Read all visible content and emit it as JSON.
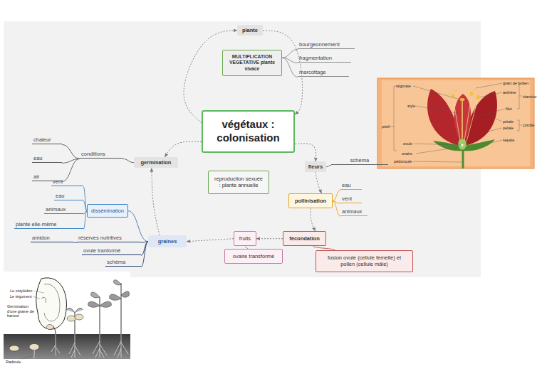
{
  "diagram": {
    "nodes": [
      {
        "text": [
          "plante"
        ]
      },
      {
        "text": [
          "MULTIPLICATION VEGETATIVE plante vivace"
        ]
      },
      {
        "text": [
          "bourgeonnement"
        ]
      },
      {
        "text": [
          "fragmentation"
        ]
      },
      {
        "text": [
          "marcottage"
        ]
      },
      {
        "text": [
          "végétaux : colonisation"
        ]
      },
      {
        "text": [
          "chaleur"
        ]
      },
      {
        "text": [
          "eau"
        ]
      },
      {
        "text": [
          "air"
        ]
      },
      {
        "text": [
          "conditions"
        ]
      },
      {
        "text": [
          "germination"
        ]
      },
      {
        "text": [
          "reproduction sexuée : plante annuelle"
        ]
      },
      {
        "text": [
          "fleurs"
        ]
      },
      {
        "text": [
          "schéma"
        ]
      },
      {
        "text": [
          "pollinisation"
        ]
      },
      {
        "text": [
          "eau"
        ]
      },
      {
        "text": [
          "vent"
        ]
      },
      {
        "text": [
          "animaux"
        ]
      },
      {
        "text": [
          "vent"
        ]
      },
      {
        "text": [
          "eau"
        ]
      },
      {
        "text": [
          "animaux"
        ]
      },
      {
        "text": [
          "plante elle-même"
        ]
      },
      {
        "text": [
          "dissémination"
        ]
      },
      {
        "text": [
          "amidon"
        ]
      },
      {
        "text": [
          "réserves nutritives"
        ]
      },
      {
        "text": [
          "ovule tranformé"
        ]
      },
      {
        "text": [
          "schéma"
        ]
      },
      {
        "text": [
          "graines"
        ]
      },
      {
        "text": [
          "fruits"
        ]
      },
      {
        "text": [
          "fécondation"
        ]
      },
      {
        "text": [
          "ovaire transformé"
        ]
      },
      {
        "text": [
          "fusion ovule (cellule femelle) et pollen (cellule mâle)"
        ]
      }
    ],
    "edges": [
      {
        "from": 5,
        "to": 0,
        "arrow": "to"
      },
      {
        "from": 0,
        "to": 5,
        "arrow": "to"
      },
      {
        "from": 5,
        "to": 10,
        "arrow": "to"
      },
      {
        "from": 5,
        "to": 12,
        "arrow": "to"
      },
      {
        "from": 12,
        "to": 14,
        "arrow": "to"
      },
      {
        "from": 14,
        "to": 29,
        "arrow": "to"
      },
      {
        "from": 29,
        "to": 28,
        "arrow": "to"
      },
      {
        "from": 28,
        "to": 27,
        "arrow": "to"
      },
      {
        "from": 27,
        "to": 10,
        "arrow": "to"
      },
      {
        "from": 1,
        "to": 2,
        "arrow": "none"
      },
      {
        "from": 1,
        "to": 3,
        "arrow": "none"
      },
      {
        "from": 1,
        "to": 4,
        "arrow": "none"
      },
      {
        "from": 10,
        "to": 9,
        "arrow": "none"
      },
      {
        "from": 9,
        "to": 6,
        "arrow": "none"
      },
      {
        "from": 9,
        "to": 7,
        "arrow": "none"
      },
      {
        "from": 9,
        "to": 8,
        "arrow": "none"
      },
      {
        "from": 12,
        "to": 13,
        "arrow": "none"
      },
      {
        "from": 14,
        "to": 15,
        "arrow": "none"
      },
      {
        "from": 14,
        "to": 16,
        "arrow": "none"
      },
      {
        "from": 14,
        "to": 17,
        "arrow": "none"
      },
      {
        "from": 27,
        "to": 22,
        "arrow": "none"
      },
      {
        "from": 22,
        "to": 18,
        "arrow": "none"
      },
      {
        "from": 22,
        "to": 19,
        "arrow": "none"
      },
      {
        "from": 22,
        "to": 20,
        "arrow": "none"
      },
      {
        "from": 22,
        "to": 21,
        "arrow": "none"
      },
      {
        "from": 27,
        "to": 24,
        "arrow": "none"
      },
      {
        "from": 24,
        "to": 23,
        "arrow": "none"
      },
      {
        "from": 27,
        "to": 25,
        "arrow": "none"
      },
      {
        "from": 27,
        "to": 26,
        "arrow": "none"
      },
      {
        "from": 29,
        "to": 31,
        "arrow": "none"
      },
      {
        "from": 28,
        "to": 30,
        "arrow": "none"
      }
    ],
    "labels": [
      "stigmate",
      "grain de pollen",
      "anthère",
      "étamine",
      "style",
      "filet",
      "pistil",
      "pétale",
      "pétale",
      "corolle",
      "ovule",
      "sépale",
      "ovaire",
      "pédoncule",
      "Le cotylédon",
      "Le tégument",
      "Germination d'une graine de haricot",
      "Radicule"
    ]
  }
}
